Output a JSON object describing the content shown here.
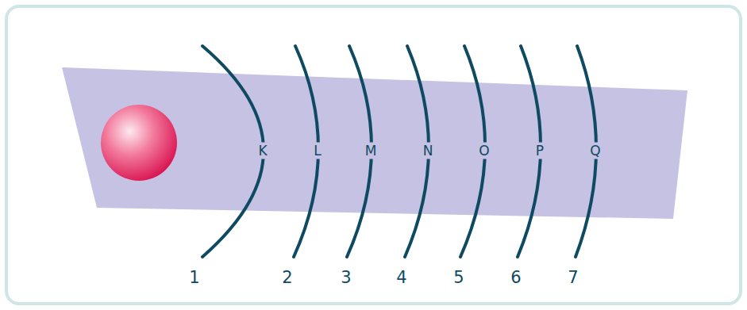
{
  "diagram": {
    "labels": [
      "K",
      "L",
      "M",
      "N",
      "O",
      "P",
      "Q",
      "1",
      "2",
      "3",
      "4",
      "5",
      "6",
      "7"
    ]
  }
}
